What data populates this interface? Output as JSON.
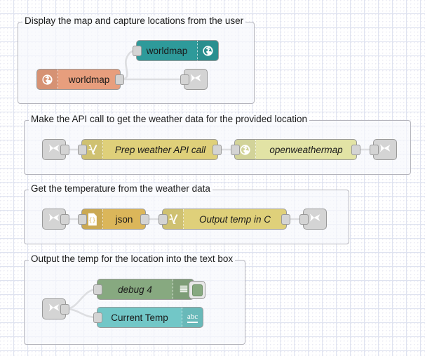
{
  "app": {
    "name": "Node-RED flow editor canvas"
  },
  "groups": [
    {
      "id": "g1",
      "title": "Display the map and capture locations from the user"
    },
    {
      "id": "g2",
      "title": "Make the API call to get the weather data for the provided location"
    },
    {
      "id": "g3",
      "title": "Get the temperature from the weather data"
    },
    {
      "id": "g4",
      "title": "Output the temp for the location into the text box"
    }
  ],
  "nodes": {
    "g1_worldmap_in": {
      "label": "worldmap",
      "type": "worldmap-in",
      "icon": "globe-icon",
      "color": "#e79e7d"
    },
    "g1_worldmap_out": {
      "label": "worldmap",
      "type": "worldmap-out",
      "icon": "globe-icon",
      "color": "#2e9a9a"
    },
    "g1_link_out": {
      "label": "",
      "type": "link-out",
      "icon": "link-out-icon",
      "color": "#d4d4d4"
    },
    "g2_link_in": {
      "label": "",
      "type": "link-in",
      "icon": "link-in-icon",
      "color": "#d4d4d4"
    },
    "g2_function": {
      "label": "Prep weather API call",
      "type": "function",
      "icon": "function-icon",
      "color": "#dfd07a"
    },
    "g2_openweather": {
      "label": "openweathermap",
      "type": "openweathermap",
      "icon": "globe-icon",
      "color": "#e2e3a5"
    },
    "g2_link_out": {
      "label": "",
      "type": "link-out",
      "icon": "link-out-icon",
      "color": "#d4d4d4"
    },
    "g3_link_in": {
      "label": "",
      "type": "link-in",
      "icon": "link-in-icon",
      "color": "#d4d4d4"
    },
    "g3_json": {
      "label": "json",
      "type": "json",
      "icon": "json-braces-icon",
      "color": "#dbb65a"
    },
    "g3_function": {
      "label": "Output temp in C",
      "type": "function",
      "icon": "function-icon",
      "color": "#dfd07a"
    },
    "g3_link_out": {
      "label": "",
      "type": "link-out",
      "icon": "link-out-icon",
      "color": "#d4d4d4"
    },
    "g4_link_in": {
      "label": "",
      "type": "link-in",
      "icon": "link-in-icon",
      "color": "#d4d4d4"
    },
    "g4_debug": {
      "label": "debug 4",
      "type": "debug",
      "icon": "debug-list-icon",
      "color": "#87a980"
    },
    "g4_text": {
      "label": "Current Temp",
      "type": "ui-text",
      "icon": "abc-icon",
      "color": "#72c7c7"
    }
  },
  "icons": {
    "abc_text": "abc"
  }
}
